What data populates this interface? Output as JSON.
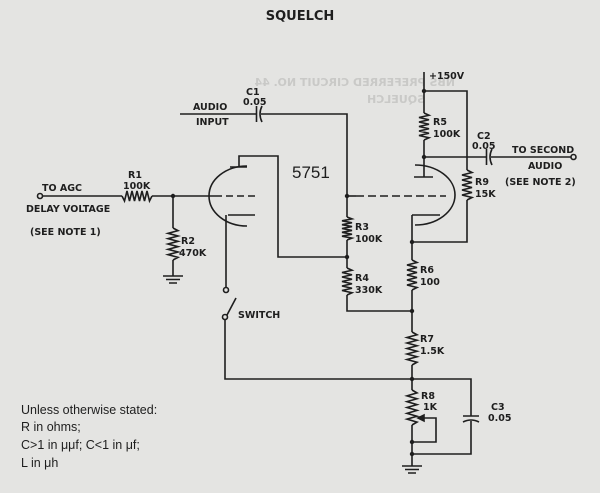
{
  "title": "SQUELCH",
  "watermark": {
    "line1": "NBS PREFERRED CIRCUIT NO. 44",
    "line2": "SQUELCH"
  },
  "tube": "5751",
  "supply": "+150V",
  "input_agc": {
    "line1": "TO AGC",
    "line2": "DELAY VOLTAGE",
    "note": "(SEE NOTE 1)"
  },
  "audio_input": {
    "line1": "AUDIO",
    "line2": "INPUT"
  },
  "output": {
    "line1": "TO SECOND",
    "line2": "AUDIO",
    "note": "(SEE NOTE 2)"
  },
  "switch": "SWITCH",
  "components": {
    "R1": {
      "name": "R1",
      "value": "100K"
    },
    "R2": {
      "name": "R2",
      "value": "470K"
    },
    "R3": {
      "name": "R3",
      "value": "100K"
    },
    "R4": {
      "name": "R4",
      "value": "330K"
    },
    "R5": {
      "name": "R5",
      "value": "100K"
    },
    "R6": {
      "name": "R6",
      "value": "100"
    },
    "R7": {
      "name": "R7",
      "value": "1.5K"
    },
    "R8": {
      "name": "R8",
      "value": "1K"
    },
    "R9": {
      "name": "R9",
      "value": "15K"
    },
    "C1": {
      "name": "C1",
      "value": "0.05"
    },
    "C2": {
      "name": "C2",
      "value": "0.05"
    },
    "C3": {
      "name": "C3",
      "value": "0.05"
    }
  },
  "notes": [
    "Unless otherwise stated:",
    "R in ohms;",
    "C>1 in μμf;  C<1 in μf;",
    "L in μh"
  ],
  "colors": {
    "ink": "#1e1e1e",
    "paper": "#e4e4e2"
  }
}
